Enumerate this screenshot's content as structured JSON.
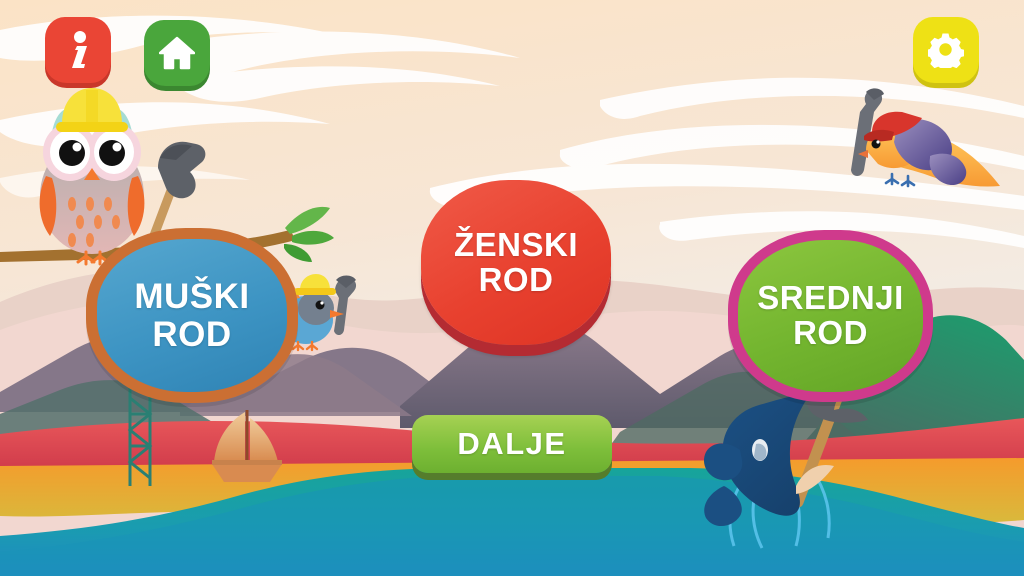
{
  "app": {
    "title": "Gender Selection Screen",
    "language": "Serbian"
  },
  "toolbar": {
    "info_label": "i",
    "info_icon": "info-icon",
    "home_icon": "home-icon",
    "settings_icon": "gear-icon"
  },
  "choices": [
    {
      "id": "muski",
      "label": "MUŠKI\nROD",
      "fill": "#3d94c3",
      "border": "#cb6f33"
    },
    {
      "id": "zenski",
      "label": "ŽENSKI\nROD",
      "fill": "#e8412f",
      "border": "#b42b32"
    },
    {
      "id": "srednji",
      "label": "SREDNJI\nROD",
      "fill": "#73b52f",
      "border": "#cf3a8c"
    }
  ],
  "next_button": {
    "label": "DALJE",
    "fill": "#7dbe3a",
    "shadow": "#557d2c"
  },
  "scene": {
    "sky_top": "#fbe6cd",
    "sky_bottom": "#eef1f3",
    "cloud": "#ffffff",
    "hills_far": "#e5c9bf",
    "hills_pink": "#f0d3cc",
    "mountain_purple": "#6b6476",
    "mountain_mauve": "#9a7e8e",
    "mountain_green": "#1f8f6a",
    "band_red": "#e04b50",
    "band_orange": "#f49c2e",
    "water_top": "#17a19a",
    "water_bottom": "#1f8fc4",
    "characters": [
      {
        "name": "owl-with-hardhat-and-hammer",
        "side": "left"
      },
      {
        "name": "bluebird-with-hardhat-and-wrench",
        "side": "left"
      },
      {
        "name": "orange-bird-with-cap-and-wrench",
        "side": "right"
      },
      {
        "name": "whale-with-pickaxe",
        "side": "right"
      },
      {
        "name": "sailboat",
        "side": "left"
      },
      {
        "name": "lattice-tower",
        "side": "left"
      },
      {
        "name": "tree-branch",
        "side": "left"
      }
    ]
  }
}
